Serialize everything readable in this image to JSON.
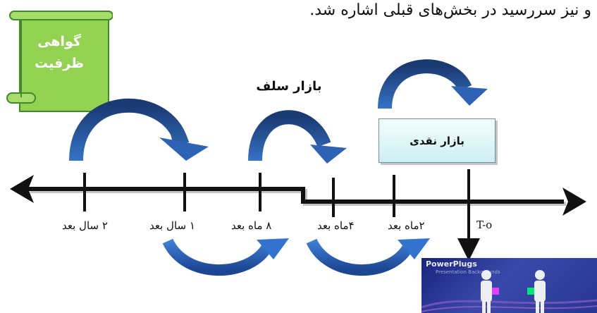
{
  "header": {
    "text": "و نیز سررسید در بخش‌های قبلی اشاره شد."
  },
  "certificate": {
    "line1": "گواهی",
    "line2": "ظرفیت",
    "color": "#92d050"
  },
  "forward_market": {
    "label": "بازار سلف"
  },
  "spot_market": {
    "label": "بازار نقدی"
  },
  "timeline": {
    "ticks": [
      {
        "label": "۲ سال بعد"
      },
      {
        "label": "۱ سال بعد"
      },
      {
        "label": "۸ ماه بعد"
      },
      {
        "label": "۴ماه بعد"
      },
      {
        "label": "۲ماه بعد"
      },
      {
        "label": "T-o"
      }
    ]
  },
  "photo": {
    "title": "PowerPlugs",
    "subtitle": "Presentation Backgrounds"
  },
  "colors": {
    "arrow_dark": "#1f3f78",
    "arrow_light": "#3f80d8",
    "axis": "#111111"
  }
}
